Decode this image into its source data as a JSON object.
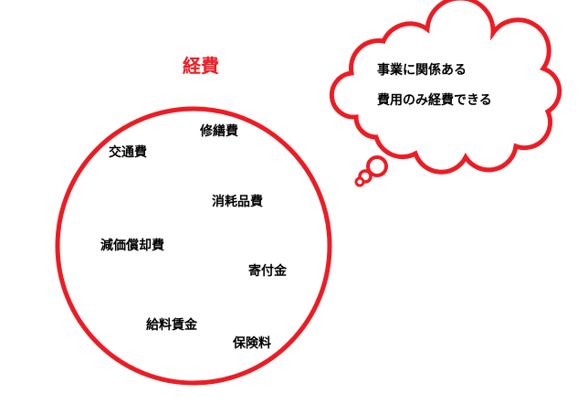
{
  "title": "経費",
  "accent_color": "#ed1c24",
  "items": [
    "修繕費",
    "交通費",
    "消耗品費",
    "減価償却費",
    "寄付金",
    "給料賃金",
    "保険料"
  ],
  "thought": {
    "line1": "事業に関係ある",
    "line2": "費用のみ経費できる"
  }
}
